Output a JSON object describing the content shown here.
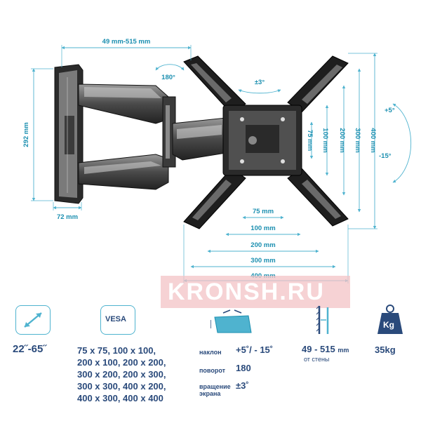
{
  "dimensions": {
    "arm_extension": "49 mm-515 mm",
    "wall_plate_height": "292 mm",
    "wall_plate_depth": "72 mm",
    "swivel_angle": "180°",
    "rotation": "±3°",
    "tilt_up": "+5°",
    "tilt_down": "-15°",
    "vertical": [
      "75 mm",
      "100 mm",
      "200 mm",
      "300 mm",
      "400 mm"
    ],
    "horizontal": [
      "75 mm",
      "100 mm",
      "200 mm",
      "300 mm",
      "400 mm"
    ]
  },
  "watermark": "KRONSH.RU",
  "specs": {
    "screen_size": "22˝-65˝",
    "vesa_icon_label": "VESA",
    "vesa_list": [
      "75 x 75, 100 x 100,",
      "200 x 100, 200 x 200,",
      "300 x 200, 200 x 300,",
      "300 x 300, 400 x 200,",
      "400 x 300, 400 x 400"
    ],
    "tilt_label": "наклон",
    "tilt_value": "+5˚/ - 15˚",
    "swivel_label": "поворот",
    "swivel_value": "180",
    "rotation_label_1": "вращение",
    "rotation_label_2": "экрана",
    "rotation_value": "±3˚",
    "wall_distance_value": "49 - 515",
    "wall_distance_unit": "mm",
    "wall_distance_caption": "от стены",
    "weight_icon_label": "Kg",
    "weight_value": "35kg"
  },
  "colors": {
    "accent": "#4fb3cf",
    "text": "#2a4a7b",
    "drawing": "#1a1a1a",
    "watermark": "#f3c3c6"
  }
}
